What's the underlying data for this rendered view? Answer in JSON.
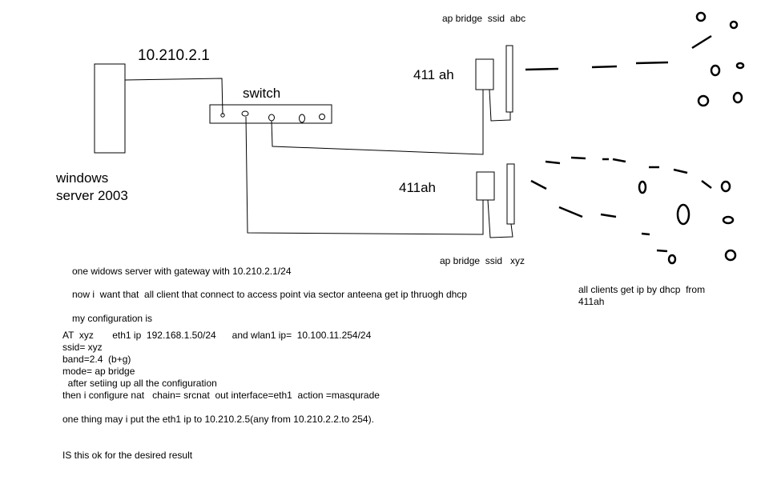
{
  "labels": {
    "gateway_ip": "10.210.2.1",
    "switch": "switch",
    "server_line1": "windows",
    "server_line2": "server 2003",
    "ap_top_model": "411 ah",
    "ap_bottom_model": "411ah",
    "ap_top_caption": "ap bridge  ssid  abc",
    "ap_bottom_caption": "ap bridge  ssid   xyz",
    "clients_note_line1": "all clients get ip by dhcp  from",
    "clients_note_line2": "411ah"
  },
  "notes": {
    "p1": "one widows server with gateway with 10.210.2.1/24",
    "p2": "now i  want that  all client that connect to access point via sector anteena get ip thruogh dhcp",
    "p3": "my configuration is",
    "config": [
      "AT  xyz       eth1 ip  192.168.1.50/24      and wlan1 ip=  10.100.11.254/24",
      "ssid= xyz",
      "band=2.4  (b+g)",
      "mode= ap bridge",
      "  after setiing up all the configuration",
      "then i configure nat   chain= srcnat  out interface=eth1  action =masqurade"
    ],
    "p4": "one thing may i put the eth1 ip to 10.210.2.5(any from 10.210.2.2.to 254).",
    "p5": "IS this ok for the desired result"
  }
}
